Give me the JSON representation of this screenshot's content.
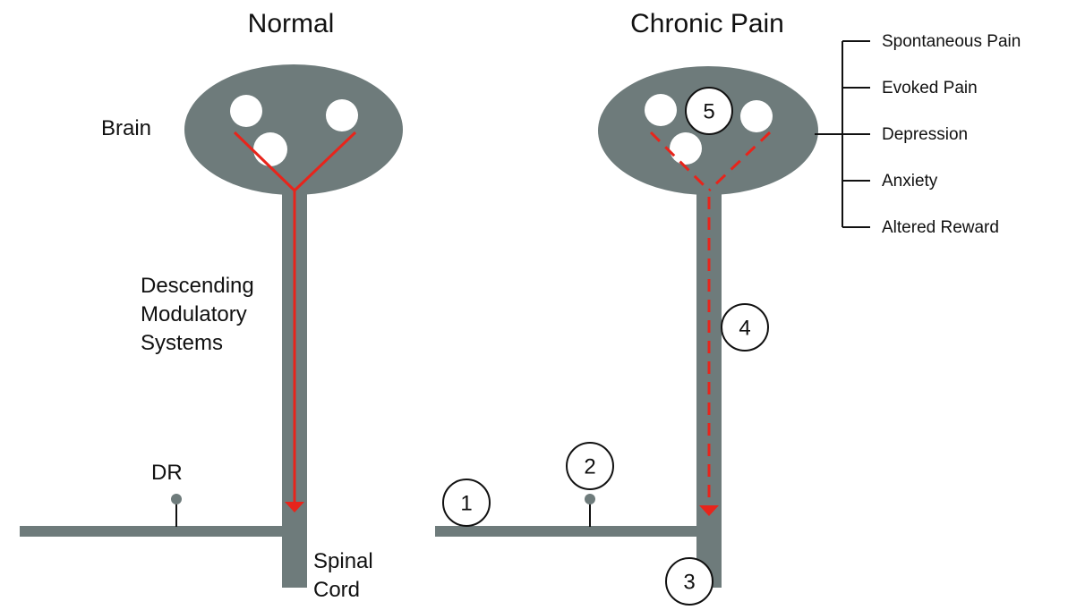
{
  "colors": {
    "structure": "#6e7b7b",
    "pathway": "#e8241b",
    "nucleus": "#ffffff",
    "text": "#111111"
  },
  "normal": {
    "title": "Normal",
    "brain_label": "Brain",
    "descending_label": [
      "Descending",
      "Modulatory",
      "Systems"
    ],
    "dr_label": "DR",
    "spinal_label": [
      "Spinal",
      "Cord"
    ]
  },
  "chronic": {
    "title": "Chronic Pain",
    "markers": [
      "1",
      "2",
      "3",
      "4",
      "5"
    ],
    "outcomes": [
      "Spontaneous Pain",
      "Evoked Pain",
      "Depression",
      "Anxiety",
      "Altered Reward"
    ]
  }
}
